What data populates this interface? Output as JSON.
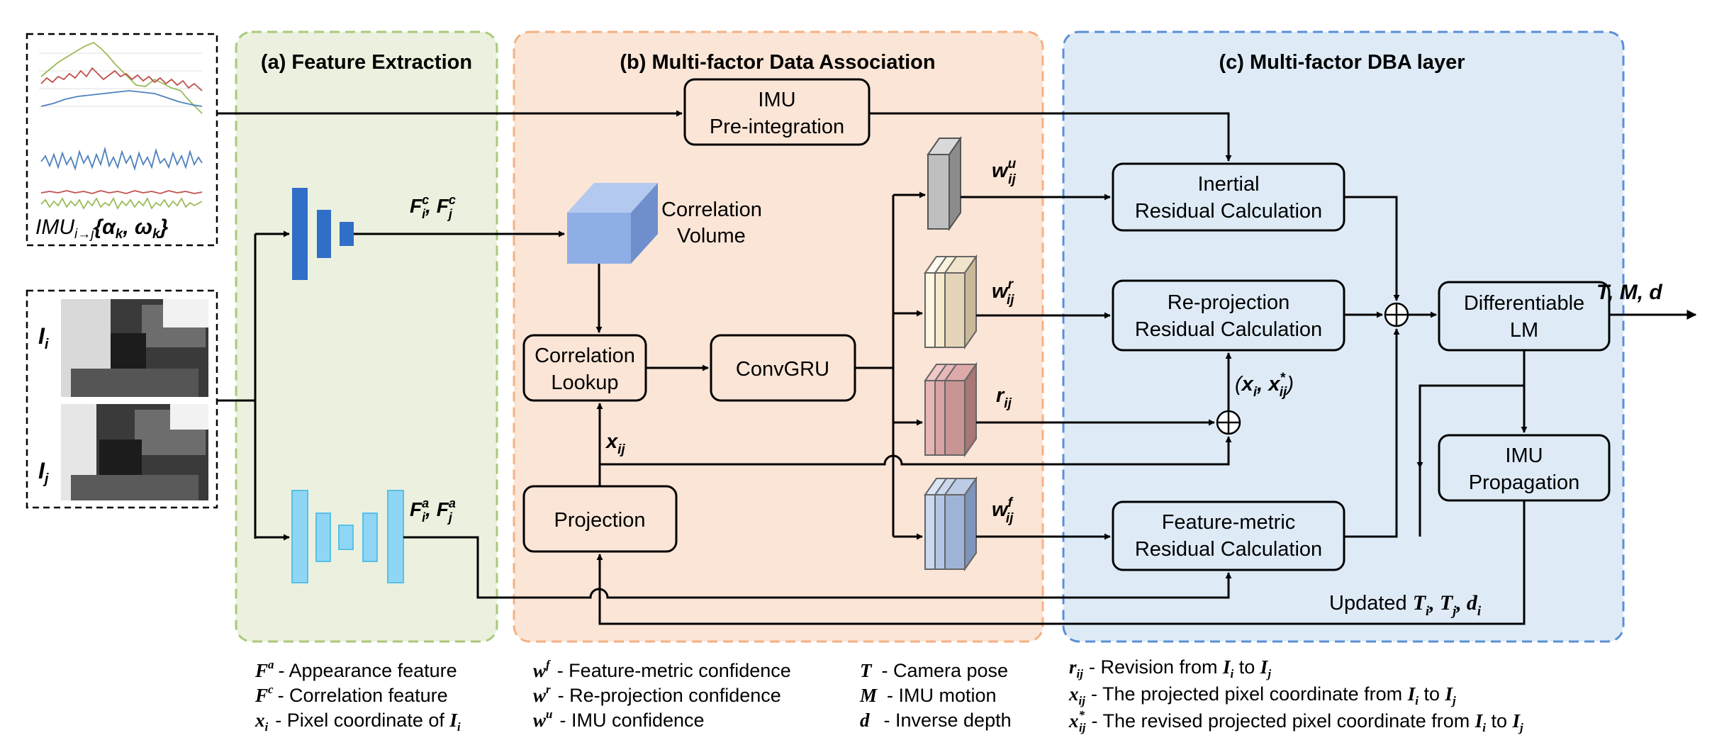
{
  "panels": {
    "feature_extraction": "(a) Feature Extraction",
    "data_association": "(b) Multi-factor Data Association",
    "dba_layer": "(c) Multi-factor DBA layer"
  },
  "inputs": {
    "imu_label_main": "IMU",
    "imu_label_sub": "i→j",
    "imu_label_rest": "{α",
    "imu_alpha_sub": "k",
    "imu_omega": ", ω",
    "imu_omega_sub": "k",
    "imu_close": "}",
    "image_i_main": "I",
    "image_i_sub": "i",
    "image_j_main": "I",
    "image_j_sub": "j"
  },
  "blocks": {
    "imu_preint_line1": "IMU",
    "imu_preint_line2": "Pre-integration",
    "corr_volume_line1": "Correlation",
    "corr_volume_line2": "Volume",
    "corr_lookup_line1": "Correlation",
    "corr_lookup_line2": "Lookup",
    "convgru": "ConvGRU",
    "projection": "Projection",
    "inertial_line1": "Inertial",
    "inertial_line2": "Residual Calculation",
    "reproj_line1": "Re-projection",
    "reproj_line2": "Residual Calculation",
    "featmetric_line1": "Feature-metric",
    "featmetric_line2": "Residual Calculation",
    "diff_lm_line1": "Differentiable",
    "diff_lm_line2": "LM",
    "imu_prop_line1": "IMU",
    "imu_prop_line2": "Propagation"
  },
  "labels": {
    "fc": "F",
    "fc_sup": "c",
    "fa": "F",
    "fa_sup": "a",
    "sub_i": "i",
    "sub_j": "j",
    "comma": ", ",
    "w": "w",
    "ij": "ij",
    "w_u_sup": "u",
    "w_r_sup": "r",
    "w_f_sup": "f",
    "r": "r",
    "x": "x",
    "xij_pair_open": "(",
    "xij_pair_close": ")",
    "star": "*",
    "output": "T, M, d",
    "updated_prefix": "Updated ",
    "updated_T": "T",
    "updated_d": "d"
  },
  "legend": {
    "col1": [
      {
        "sym": "F",
        "sup": "a",
        "sub": "",
        "desc": "- Appearance feature"
      },
      {
        "sym": "F",
        "sup": "c",
        "sub": "",
        "desc": "- Correlation feature"
      },
      {
        "sym": "x",
        "sup": "",
        "sub": "i",
        "desc": "- Pixel coordinate of ",
        "tail": "I",
        "tail_sub": "i"
      }
    ],
    "col2": [
      {
        "sym": "w",
        "sup": "f",
        "sub": "",
        "desc": "- Feature-metric confidence"
      },
      {
        "sym": "w",
        "sup": "r",
        "sub": "",
        "desc": "- Re-projection confidence"
      },
      {
        "sym": "w",
        "sup": "u",
        "sub": "",
        "desc": "- IMU confidence"
      }
    ],
    "col3": [
      {
        "sym": "T",
        "desc": "- Camera pose"
      },
      {
        "sym": "M",
        "desc": "- IMU motion"
      },
      {
        "sym": "d",
        "desc": "- Inverse depth"
      }
    ],
    "col4": [
      {
        "sym": "r",
        "sup": "",
        "sub": "ij",
        "desc": "- Revision from "
      },
      {
        "sym": "x",
        "sup": "",
        "sub": "ij",
        "desc": "- The projected pixel coordinate from "
      },
      {
        "sym": "x",
        "sup": "*",
        "sub": "ij",
        "desc": "- The revised projected pixel coordinate from "
      }
    ],
    "from_I": "I",
    "to_word": " to ",
    "sub_i": "i",
    "sub_j": "j"
  },
  "colors": {
    "panel_a_fill": "#ebf1de",
    "panel_a_border": "#a9c97a",
    "panel_b_fill": "#fbe5d6",
    "panel_b_border": "#f4b183",
    "panel_c_fill": "#deebf7",
    "panel_c_border": "#5b8fd6",
    "encoder_dark": "#2f6fc7",
    "encoder_light": "#8fd6f5",
    "cube": "#8eaee5"
  }
}
